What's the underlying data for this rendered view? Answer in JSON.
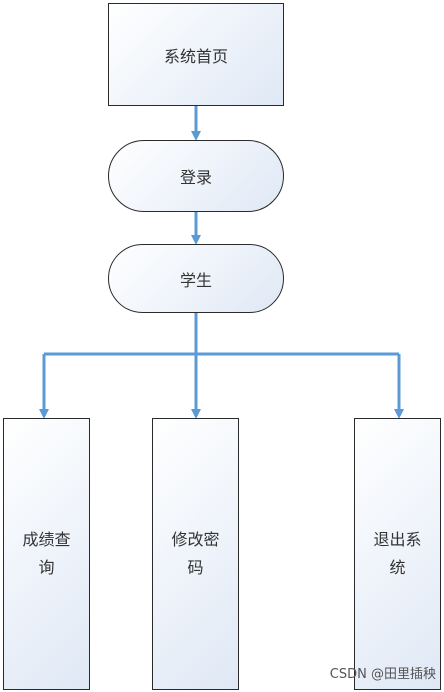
{
  "nodes": {
    "home": "系统首页",
    "login": "登录",
    "student": "学生",
    "grades": "成绩查询",
    "password": "修改密码",
    "logout": "退出系统"
  },
  "colors": {
    "connector": "#5b9bd5",
    "node_border": "#2a2a2a",
    "node_fill_light": "#ffffff",
    "node_fill_dark": "#dfe8f5",
    "text": "#333333"
  },
  "watermark": "CSDN @田里插秧"
}
